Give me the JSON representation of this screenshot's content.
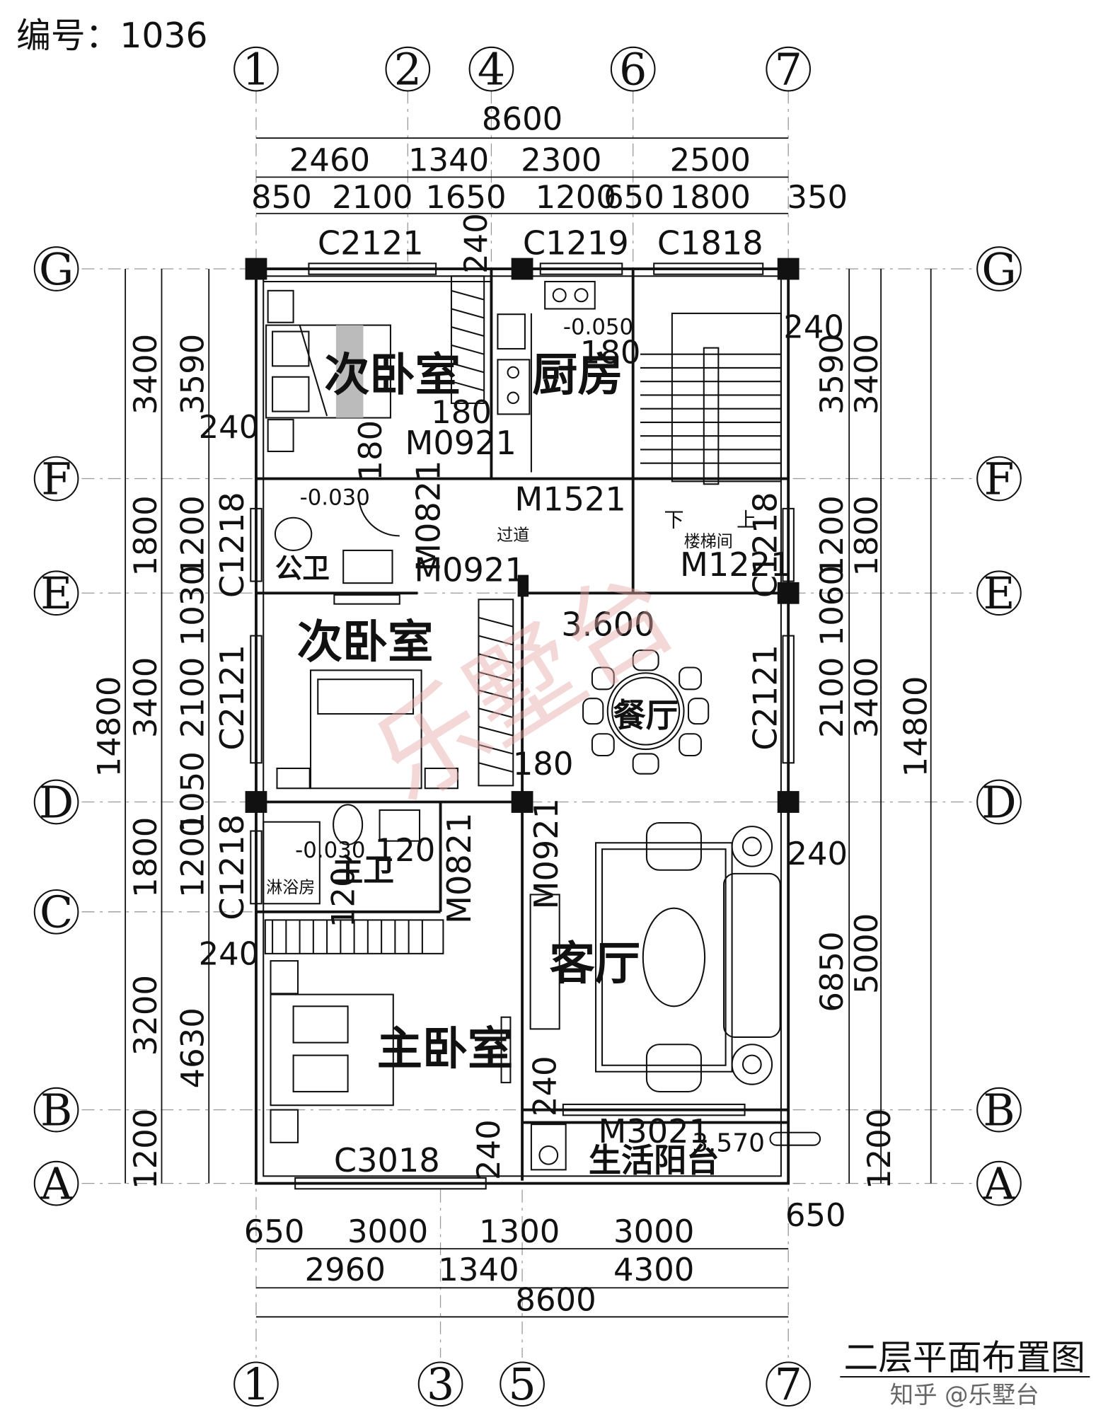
{
  "plan": {
    "code": "编号：1036",
    "title": "二层平面布置图",
    "watermark_bottom": "知乎 @乐墅台",
    "watermark_diag": "乐墅台"
  },
  "axes": {
    "top": [
      "1",
      "2",
      "4",
      "6",
      "7"
    ],
    "bottom": [
      "1",
      "3",
      "5",
      "7"
    ],
    "left": [
      "G",
      "F",
      "E",
      "D",
      "C",
      "B",
      "A"
    ],
    "right": [
      "G",
      "F",
      "E",
      "D",
      "B",
      "A"
    ]
  },
  "dims": {
    "top_total": "8600",
    "top_row1": [
      "2460",
      "1340",
      "2300",
      "2500"
    ],
    "top_row2": [
      "850",
      "2100",
      "1650",
      "1200",
      "650",
      "1800",
      "350"
    ],
    "bottom_row1": [
      "650",
      "3000",
      "1300",
      "3000",
      "650"
    ],
    "bottom_row2": [
      "2960",
      "1340",
      "4300"
    ],
    "bottom_total": "8600",
    "left_outer": [
      "3400",
      "1800",
      "3400",
      "1800",
      "3200",
      "1200"
    ],
    "left_total": "14800",
    "left_inner": [
      "3590",
      "1200",
      "1030",
      "2100",
      "1050",
      "1200",
      "4630"
    ],
    "right_inner": [
      "3590",
      "1200",
      "1060",
      "2100",
      "6850",
      "1200"
    ],
    "right_outer": [
      "3400",
      "1800",
      "3400",
      "5000"
    ],
    "right_total": "14800"
  },
  "rooms": {
    "bed2_top": "次卧室",
    "kitchen": "厨房",
    "public_wc": "公卫",
    "corridor": "过道",
    "stair": "楼梯间",
    "bed2_mid": "次卧室",
    "dining": "餐厅",
    "master_wc": "主卫",
    "shower": "淋浴房",
    "living": "客厅",
    "master_bed": "主卧室",
    "balcony": "生活阳台"
  },
  "labels": {
    "c2121_top": "C2121",
    "c1219": "C1219",
    "c1818": "C1818",
    "w240_a": "240",
    "w240_b": "240",
    "w240_c": "240",
    "w240_d": "240",
    "w240_e": "240",
    "w240_f": "240",
    "w240_g": "240",
    "w180_a": "180",
    "w180_b": "180",
    "w180_c": "180",
    "w180_d": "180",
    "elev_kitchen": "-0.050",
    "elev_pwc": "-0.030",
    "elev_mwc": "-0.030",
    "elev_floor": "3.600",
    "elev_balcony": "3.570",
    "m0921_a": "M0921",
    "m0921_b": "M0921",
    "m0921_c": "M0921",
    "m0821_a": "M0821",
    "m0821_b": "M0821",
    "m1521": "M1521",
    "m1221": "M1221",
    "m3021": "M3021",
    "c1218_l1": "C1218",
    "c1218_l2": "C1218",
    "c1218_r": "C1218",
    "c2121_l": "C2121",
    "c2121_r": "C2121",
    "c3018": "C3018",
    "w120_a": "120",
    "w120_b": "120",
    "stair_down": "下",
    "stair_up": "上"
  }
}
